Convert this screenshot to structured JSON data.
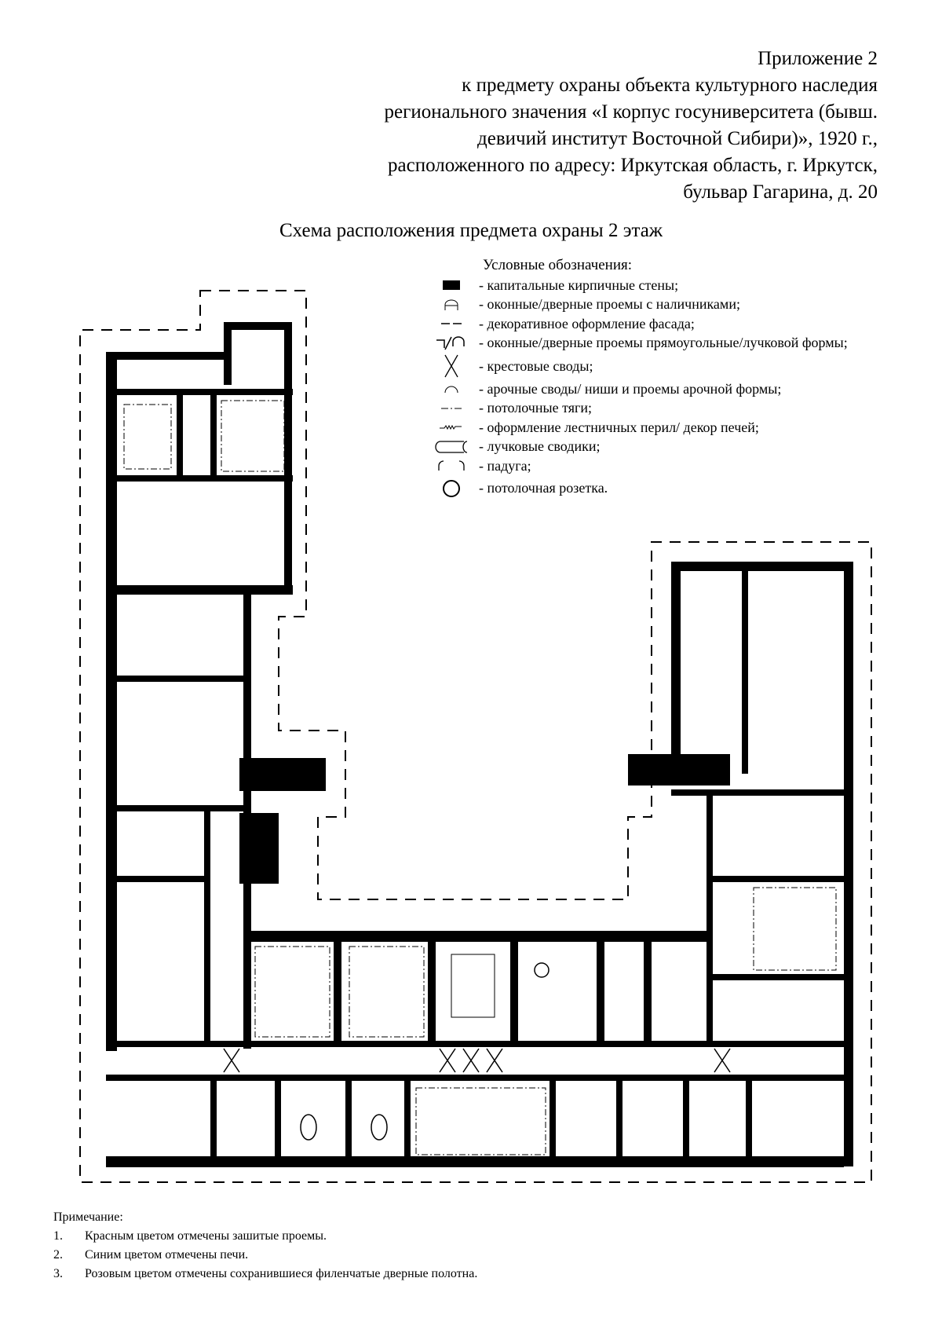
{
  "header": {
    "lines": [
      "Приложение 2",
      "к предмету охраны объекта культурного наследия",
      "регионального значения «I корпус госуниверситета (бывш.",
      "девичий институт Восточной Сибири)», 1920 г.,",
      "расположенного по адресу: Иркутская область, г. Иркутск,",
      "бульвар Гагарина, д. 20"
    ]
  },
  "title": "Схема расположения предмета охраны 2 этаж",
  "legend": {
    "heading": "Условные обозначения:",
    "items": [
      {
        "icon": "solid-wall-icon",
        "label": "- капитальные кирпичные стены;"
      },
      {
        "icon": "framed-opening-icon",
        "label": "- оконные/дверные проемы с наличниками;"
      },
      {
        "icon": "dashed-line-icon",
        "label": "- декоративное оформление фасада;"
      },
      {
        "icon": "rect-arch-opening-icon",
        "label": "- оконные/дверные проемы прямоугольные/лучковой формы;"
      },
      {
        "icon": "cross-vault-icon",
        "label": "- крестовые своды;"
      },
      {
        "icon": "arch-icon",
        "label": "- арочные своды/ ниши и проемы арочной формы;"
      },
      {
        "icon": "dash-dot-line-icon",
        "label": "- потолочные тяги;"
      },
      {
        "icon": "zigzag-icon",
        "label": "- оформление лестничных перил/ декор печей;"
      },
      {
        "icon": "segmental-vault-icon",
        "label": "- лучковые сводики;"
      },
      {
        "icon": "paduga-icon",
        "label": "- падуга;"
      },
      {
        "icon": "ceiling-rosette-icon",
        "label": "- потолочная розетка."
      }
    ]
  },
  "notes": {
    "heading": "Примечание:",
    "items": [
      {
        "num": "1.",
        "text": "Красным цветом отмечены зашитые проемы."
      },
      {
        "num": "2.",
        "text": "Синим цветом отмечены печи."
      },
      {
        "num": "3.",
        "text": "Розовым цветом отмечены сохранившиеся филенчатые дверные полотна."
      }
    ]
  },
  "colors": {
    "wall": "#000000",
    "background": "#ffffff"
  }
}
